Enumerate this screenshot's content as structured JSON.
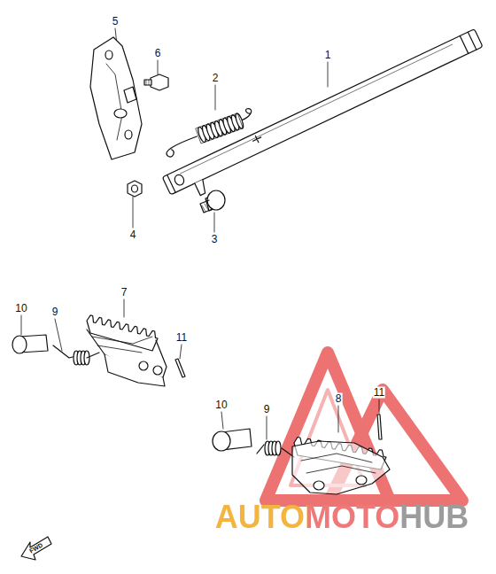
{
  "diagram": {
    "labels": [
      "5",
      "6",
      "2",
      "1",
      "4",
      "3",
      "7",
      "10",
      "9",
      "11",
      "10",
      "9",
      "8",
      "11",
      "AUTOMOTOHUB",
      "FWD"
    ]
  }
}
